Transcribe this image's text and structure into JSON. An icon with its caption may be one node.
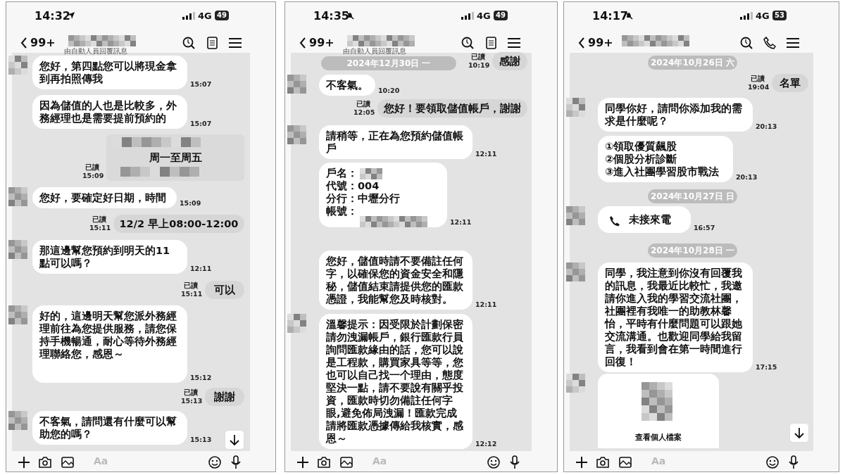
{
  "diagram": {
    "nodes": [
      {
        "text": [],
        "shape": "box"
      },
      {
        "text": [
          "您好，第四點您可以將現金拿到再拍照傳我"
        ],
        "beside": [
          "15:07"
        ],
        "in": 0
      },
      {
        "text": [
          "因為儲值的人也是比較多，外務經理也是需要提前預約的"
        ],
        "beside": [
          "15:07"
        ],
        "in": 0
      },
      {
        "text": [
          "周一至周五"
        ],
        "beside": [
          "已讀",
          "15:09"
        ],
        "in": 0
      },
      {
        "text": [
          "您好，要確定好日期，時間"
        ],
        "beside": [
          "15:09"
        ],
        "in": 0
      },
      {
        "text": [
          "12/2 早上08:00-12:00"
        ],
        "beside": [
          "已讀",
          "15:11"
        ],
        "in": 0
      },
      {
        "text": [
          "那這邊幫您預約到明天的11點可以嗎？"
        ],
        "beside": [
          "12:11"
        ],
        "in": 0
      },
      {
        "text": [
          "可以"
        ],
        "beside": [
          "已讀",
          "15:11"
        ],
        "in": 0
      },
      {
        "text": [
          "好的，這邊明天幫您派外務經理前往為您提供服務，請您保持手機暢通，耐心等待外務經理聯絡您，感恩～"
        ],
        "beside": [
          "15:12"
        ],
        "in": 0
      },
      {
        "text": [
          "謝謝"
        ],
        "beside": [
          "已讀",
          "15:13"
        ],
        "in": 0
      },
      {
        "text": [
          "不客氣，請問還有什麼可以幫助您的嗎？"
        ],
        "beside": [
          "15:13"
        ],
        "in": 0
      },
      {
        "text": [],
        "shape": "box"
      },
      {
        "text": [
          "2024年12月30日 一"
        ],
        "in": 11
      },
      {
        "text": [
          "感謝"
        ],
        "beside": [
          "已讀",
          "10:19"
        ],
        "in": 11
      },
      {
        "text": [
          "不客氣。"
        ],
        "beside": [
          "10:20"
        ],
        "in": 11
      },
      {
        "text": [
          "您好！要領取儲值帳戶，謝謝"
        ],
        "beside": [
          "已讀",
          "12:05"
        ],
        "in": 11
      },
      {
        "text": [
          "請稍等，正在為您預約儲值帳戶"
        ],
        "beside": [
          "12:11"
        ],
        "in": 11
      },
      {
        "text": [
          "戶名：",
          "代號：004",
          "分行：中壢分行",
          "帳號："
        ],
        "beside": [
          "12:11"
        ],
        "in": 11
      },
      {
        "text": [
          "您好，儲值時請不要備註任何字，以確保您的資金安全和隱秘，儲值結束請提供您的匯款憑證，我能幫您及時核對。"
        ],
        "beside": [
          "12:11"
        ],
        "in": 11
      },
      {
        "text": [
          "溫馨提示：因受限於計劃保密請勿洩漏帳戶，銀行匯款行員詢問匯款緣由的話，您可以說是工程款，購買家具等等，您也可以自己找一个理由，態度堅決一點，請不要說有關乎投資，匯款時切勿備註任何字眼,避免佈局洩漏！匯款完成請將匯款憑據傳給我核實，感恩～"
        ],
        "beside": [
          "12:12"
        ],
        "in": 11
      },
      {
        "text": [],
        "shape": "box"
      },
      {
        "text": [
          "2024年10月26日 六"
        ],
        "in": 20
      },
      {
        "text": [
          "名單"
        ],
        "beside": [
          "已讀",
          "19:04"
        ],
        "in": 20
      },
      {
        "text": [
          "同學你好，請問你添加我的需求是什麼呢？"
        ],
        "beside": [
          "20:13"
        ],
        "in": 20
      },
      {
        "text": [
          "①領取優質飆股",
          "②個股分析診斷",
          "③進入社團學習股市戰法"
        ],
        "beside": [
          "20:13"
        ],
        "in": 20
      },
      {
        "text": [
          "2024年10月27日 日"
        ],
        "in": 20
      },
      {
        "text": [
          "未接來電"
        ],
        "beside": [
          "16:57"
        ],
        "in": 20
      },
      {
        "text": [
          "2024年10月28日 一"
        ],
        "in": 20
      },
      {
        "text": [
          "同學，我注意到你沒有回覆我的訊息，我最近比較忙，我邀請你進入我的學習交流社團，社團裡有我唯一的助教林馨怡，平時有什麼問題可以跟她交流溝通。也歡迎同學給我留言，我看到會在第一時間進行回復！"
        ],
        "beside": [
          "17:15"
        ],
        "in": 20
      },
      {
        "text": [
          "查看個人檔案"
        ],
        "in": 20
      }
    ],
    "labels": [
      "14:32",
      "4G",
      "49",
      "99+",
      "由自動人員回覆訊息",
      "Aa",
      "14:35",
      "4G",
      "49",
      "99+",
      "由自動人員回覆訊息",
      "Aa",
      "14:17",
      "4G",
      "53",
      "99+",
      "Aa"
    ]
  }
}
